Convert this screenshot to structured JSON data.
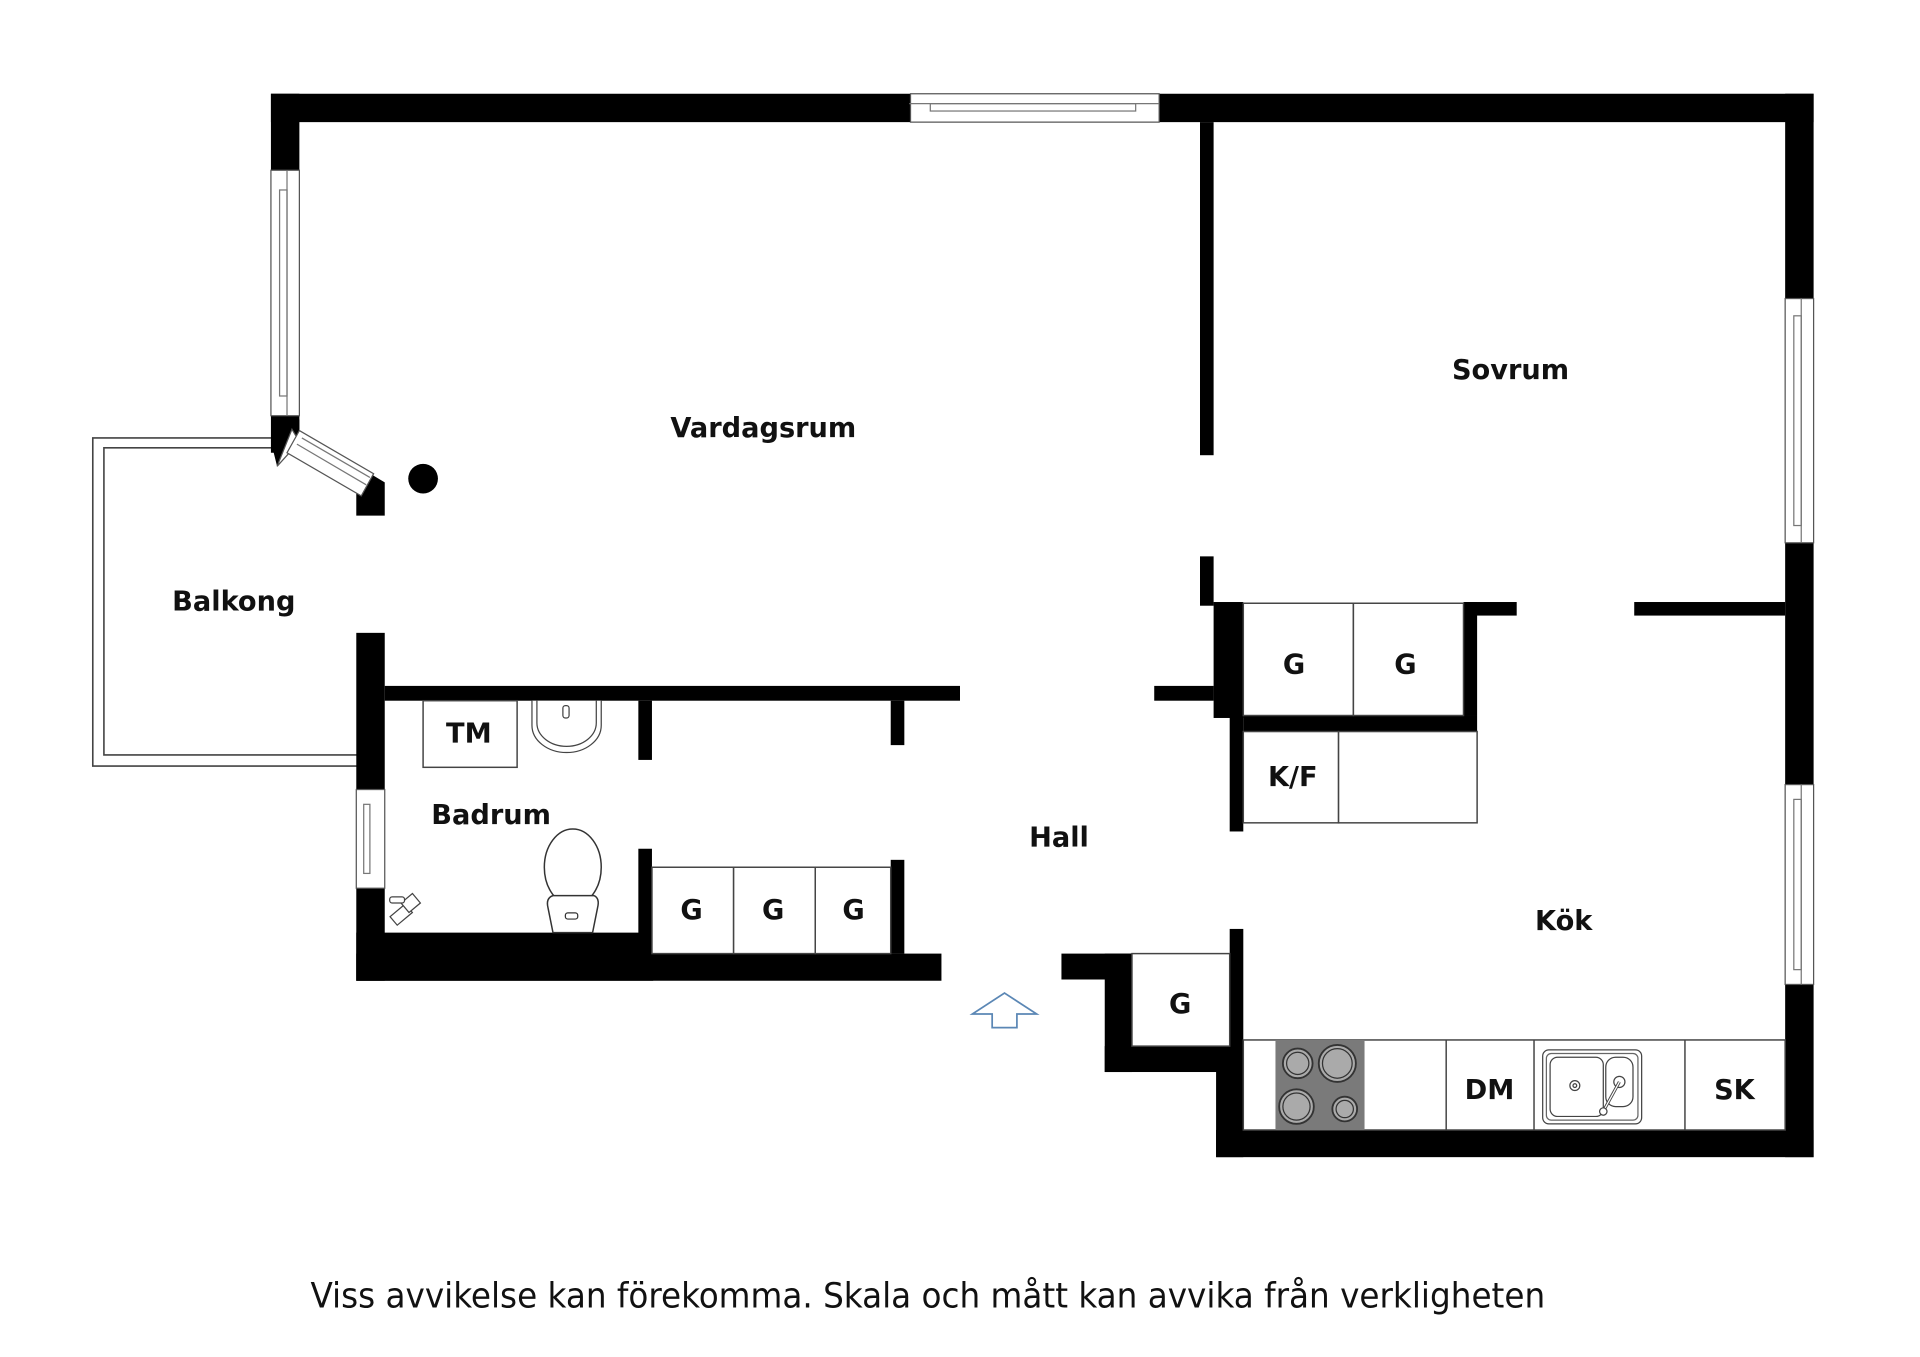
{
  "floorplan": {
    "rooms": {
      "vardagsrum": "Vardagsrum",
      "sovrum": "Sovrum",
      "balkong": "Balkong",
      "badrum": "Badrum",
      "hall": "Hall",
      "kok": "Kök"
    },
    "units": {
      "tm": "TM",
      "g_sovrum_1": "G",
      "g_sovrum_2": "G",
      "kf": "K/F",
      "g_hall_1": "G",
      "g_hall_2": "G",
      "g_hall_3": "G",
      "g_entry": "G",
      "dm": "DM",
      "sk": "SK"
    },
    "icons": {
      "entrance": "entrance-arrow-icon",
      "stove": "stove-icon",
      "sink": "sink-icon",
      "toilet": "toilet-icon",
      "washbasin": "washbasin-icon",
      "shower": "shower-icon",
      "column": "column-icon"
    },
    "colors": {
      "wall": "#000000",
      "stove": "#7a7a7a",
      "burner": "#aaaaaa",
      "entrance_arrow": "#5b87b5"
    }
  },
  "footer": {
    "disclaimer": "Viss avvikelse kan förekomma. Skala och mått kan avvika från verkligheten"
  }
}
